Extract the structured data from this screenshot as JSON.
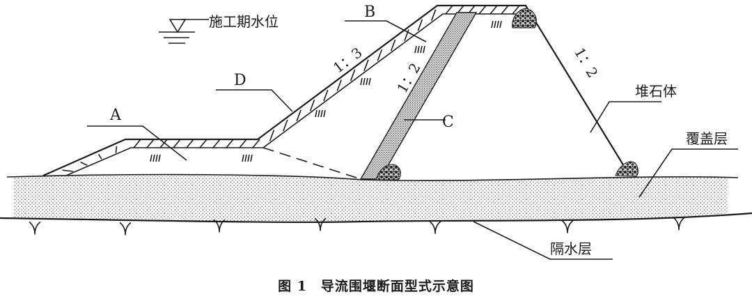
{
  "labels": {
    "water_level": "施工期水位",
    "zone_a": "A",
    "zone_b": "B",
    "zone_c": "C",
    "zone_d": "D",
    "slope_upstream": "1：3",
    "slope_core": "1：2",
    "slope_downstream": "1：2",
    "rockfill": "堆石体",
    "overburden": "覆盖层",
    "aquitard": "隔水层"
  },
  "caption": "图 1　导流围堰断面型式示意图"
}
